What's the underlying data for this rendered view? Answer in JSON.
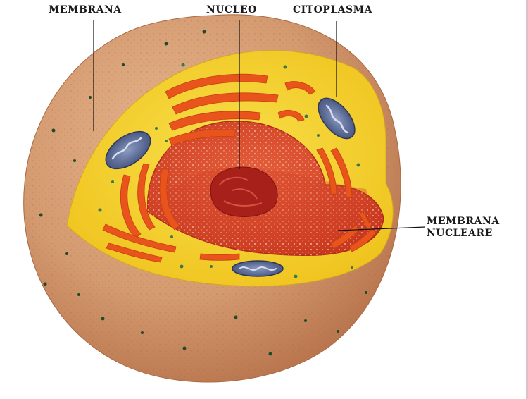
{
  "labels": {
    "membrana": "MEMBRANA",
    "nucleo": "NUCLEO",
    "citoplasma": "CITOPLASMA",
    "membrana_nucleare_line1": "MEMBRANA",
    "membrana_nucleare_line2": "NUCLEARE"
  },
  "colors": {
    "cell_outer": "#d9a37c",
    "cytoplasm": "#f3d230",
    "nucleus": "#d8452a",
    "nucleolus": "#a81f1a",
    "organelle_orange": "#e8541c",
    "mitochondria": "#5a6a96"
  }
}
